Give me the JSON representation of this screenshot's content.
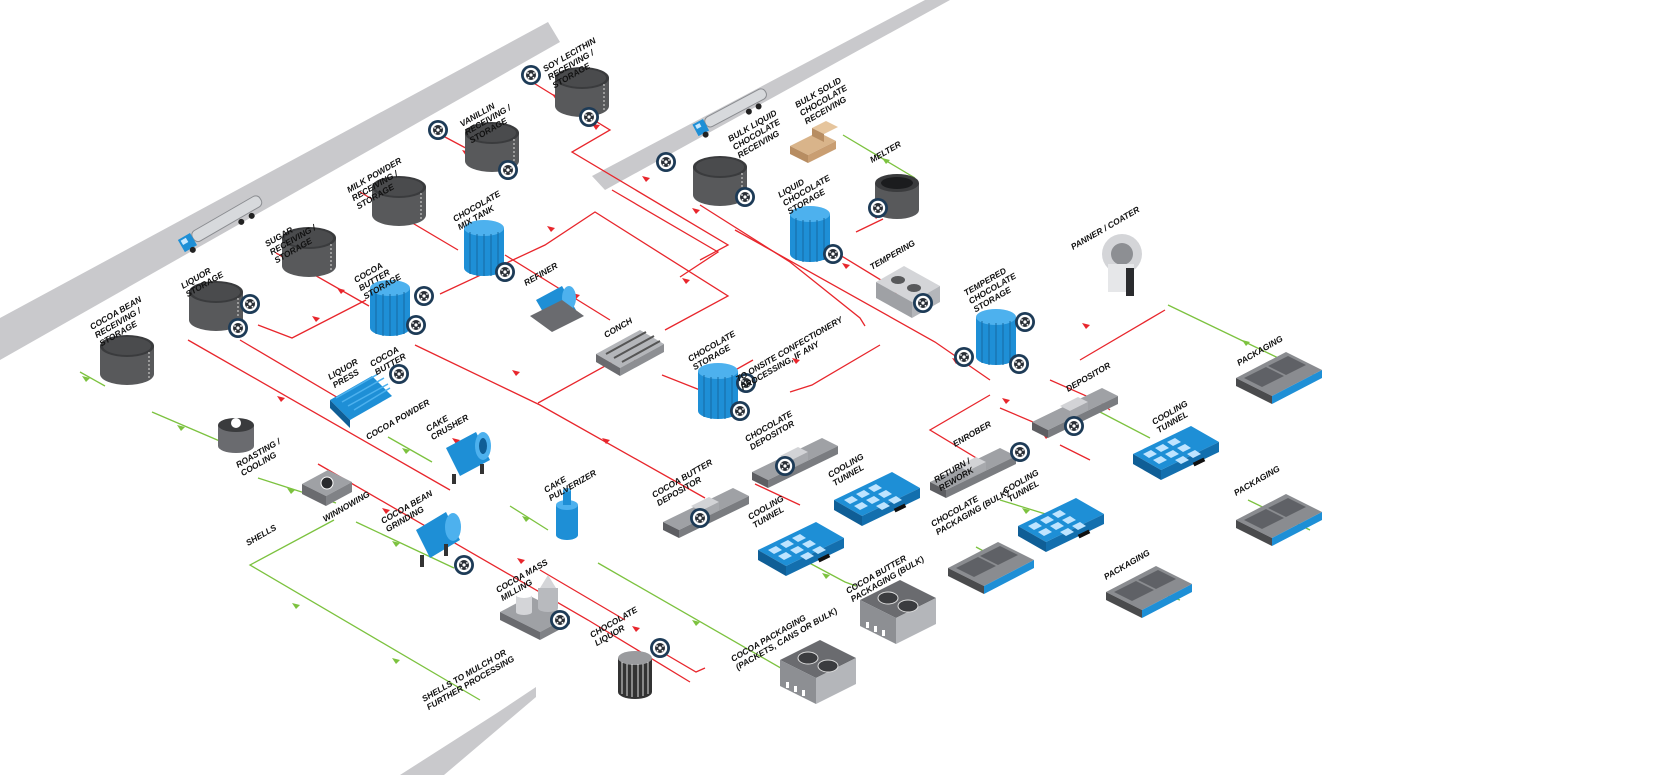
{
  "labels": {
    "cocoa_bean_receiving": [
      "COCOA BEAN",
      "RECEIVING /",
      "STORAGE"
    ],
    "liquor_storage": [
      "LIQUOR",
      "STORAGE"
    ],
    "sugar_receiving": [
      "SUGAR",
      "RECEIVING /",
      "STORAGE"
    ],
    "milk_powder_receiving": [
      "MILK POWDER",
      "RECEIVING /",
      "STORAGE"
    ],
    "vanillin_receiving": [
      "VANILLIN",
      "RECEIVING /",
      "STORAGE"
    ],
    "soy_lecithin_receiving": [
      "SOY LECITHIN",
      "RECEIVING /",
      "STORAGE"
    ],
    "chocolate_mix_tank": [
      "CHOCOLATE",
      "MIX TANK"
    ],
    "cocoa_butter_storage": [
      "COCOA",
      "BUTTER",
      "STORAGE"
    ],
    "refiner": [
      "REFINER"
    ],
    "conch": [
      "CONCH"
    ],
    "chocolate_storage": [
      "CHOCOLATE",
      "STORAGE"
    ],
    "to_onsite": [
      "TO ONSITE CONFECTIONERY",
      "PROCESSING, IF ANY"
    ],
    "bulk_liquid_receiving": [
      "BULK LIQUID",
      "CHOCOLATE",
      "RECEIVING"
    ],
    "bulk_solid_receiving": [
      "BULK SOLID",
      "CHOCOLATE",
      "RECEIVING"
    ],
    "liquid_chocolate_storage": [
      "LIQUID",
      "CHOCOLATE",
      "STORAGE"
    ],
    "melter": [
      "MELTER"
    ],
    "tempering": [
      "TEMPERING"
    ],
    "tempered_chocolate_storage": [
      "TEMPERED",
      "CHOCOLATE",
      "STORAGE"
    ],
    "panner_coater": [
      "PANNER / COATER"
    ],
    "packaging_1": [
      "PACKAGING"
    ],
    "depositor": [
      "DEPOSITOR"
    ],
    "cooling_tunnel_1": [
      "COOLING",
      "TUNNEL"
    ],
    "packaging_2": [
      "PACKAGING"
    ],
    "enrober": [
      "ENROBER"
    ],
    "return_rework": [
      "RETURN /",
      "REWORK"
    ],
    "cooling_tunnel_2": [
      "COOLING",
      "TUNNEL"
    ],
    "packaging_3": [
      "PACKAGING"
    ],
    "chocolate_packaging_bulk": [
      "CHOCOLATE",
      "PACKAGING (BULK)"
    ],
    "liquor_press": [
      "LIQUOR",
      "PRESS"
    ],
    "cocoa_butter": [
      "COCOA",
      "BUTTER"
    ],
    "cocoa_powder": [
      "COCOA POWDER"
    ],
    "cake_crusher": [
      "CAKE",
      "CRUSHER"
    ],
    "cake_pulverizer": [
      "CAKE",
      "PULVERIZER"
    ],
    "roasting_cooling": [
      "ROASTING /",
      "COOLING"
    ],
    "winnowing": [
      "WINNOWING"
    ],
    "shells": [
      "SHELLS"
    ],
    "cocoa_bean_grinding": [
      "COCOA BEAN",
      "GRINDING"
    ],
    "cocoa_mass_milling": [
      "COCOA MASS",
      "MILLING"
    ],
    "chocolate_liquor": [
      "CHOCOLATE",
      "LIQUOR"
    ],
    "shells_to_mulch": [
      "SHELLS TO MULCH OR",
      "FURTHER PROCESSING"
    ],
    "chocolate_depositor": [
      "CHOCOLATE",
      "DEPOSITOR"
    ],
    "cooling_tunnel_3": [
      "COOLING",
      "TUNNEL"
    ],
    "cocoa_butter_depositor": [
      "COCOA BUTTER",
      "DEPOSITOR"
    ],
    "cooling_tunnel_4": [
      "COOLING",
      "TUNNEL"
    ],
    "cocoa_butter_packaging": [
      "COCOA BUTTER",
      "PACKAGING (BULK)"
    ],
    "cocoa_packaging": [
      "COCOA PACKAGING",
      "(PACKETS, CANS OR BULK)"
    ]
  },
  "colors": {
    "product_flow": "#e8262c",
    "byproduct_flow": "#7cc23f",
    "blue_equipment": "#1e8fd6",
    "grey_equipment": "#5a5a5c",
    "road": "#c9c9cc"
  },
  "icons": [
    "tank-truck-icon",
    "pump-meter-icon",
    "pallet-boxes-icon"
  ]
}
